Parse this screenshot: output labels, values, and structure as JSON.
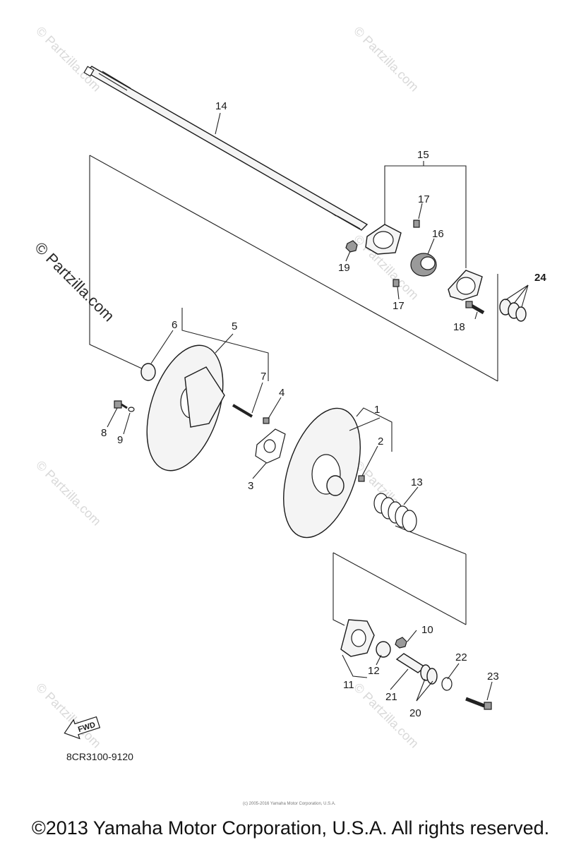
{
  "watermarks": {
    "site": "© Partzilla.com",
    "side": "© Partzilla.com"
  },
  "callouts": {
    "c1": "1",
    "c2": "2",
    "c3": "3",
    "c4": "4",
    "c5": "5",
    "c6": "6",
    "c7": "7",
    "c8": "8",
    "c9": "9",
    "c10": "10",
    "c11": "11",
    "c12": "12",
    "c13": "13",
    "c14": "14",
    "c15": "15",
    "c16": "16",
    "c17a": "17",
    "c17b": "17",
    "c18": "18",
    "c19": "19",
    "c20": "20",
    "c21": "21",
    "c22": "22",
    "c23": "23",
    "c24": "24"
  },
  "fwd_label": "FWD",
  "diagram_code": "8CR3100-9120",
  "credit_small": "(c) 2005-2016 Yamaha Motor Corporation, U.S.A.",
  "footer": "©2013 Yamaha Motor Corporation, U.S.A. All rights reserved."
}
